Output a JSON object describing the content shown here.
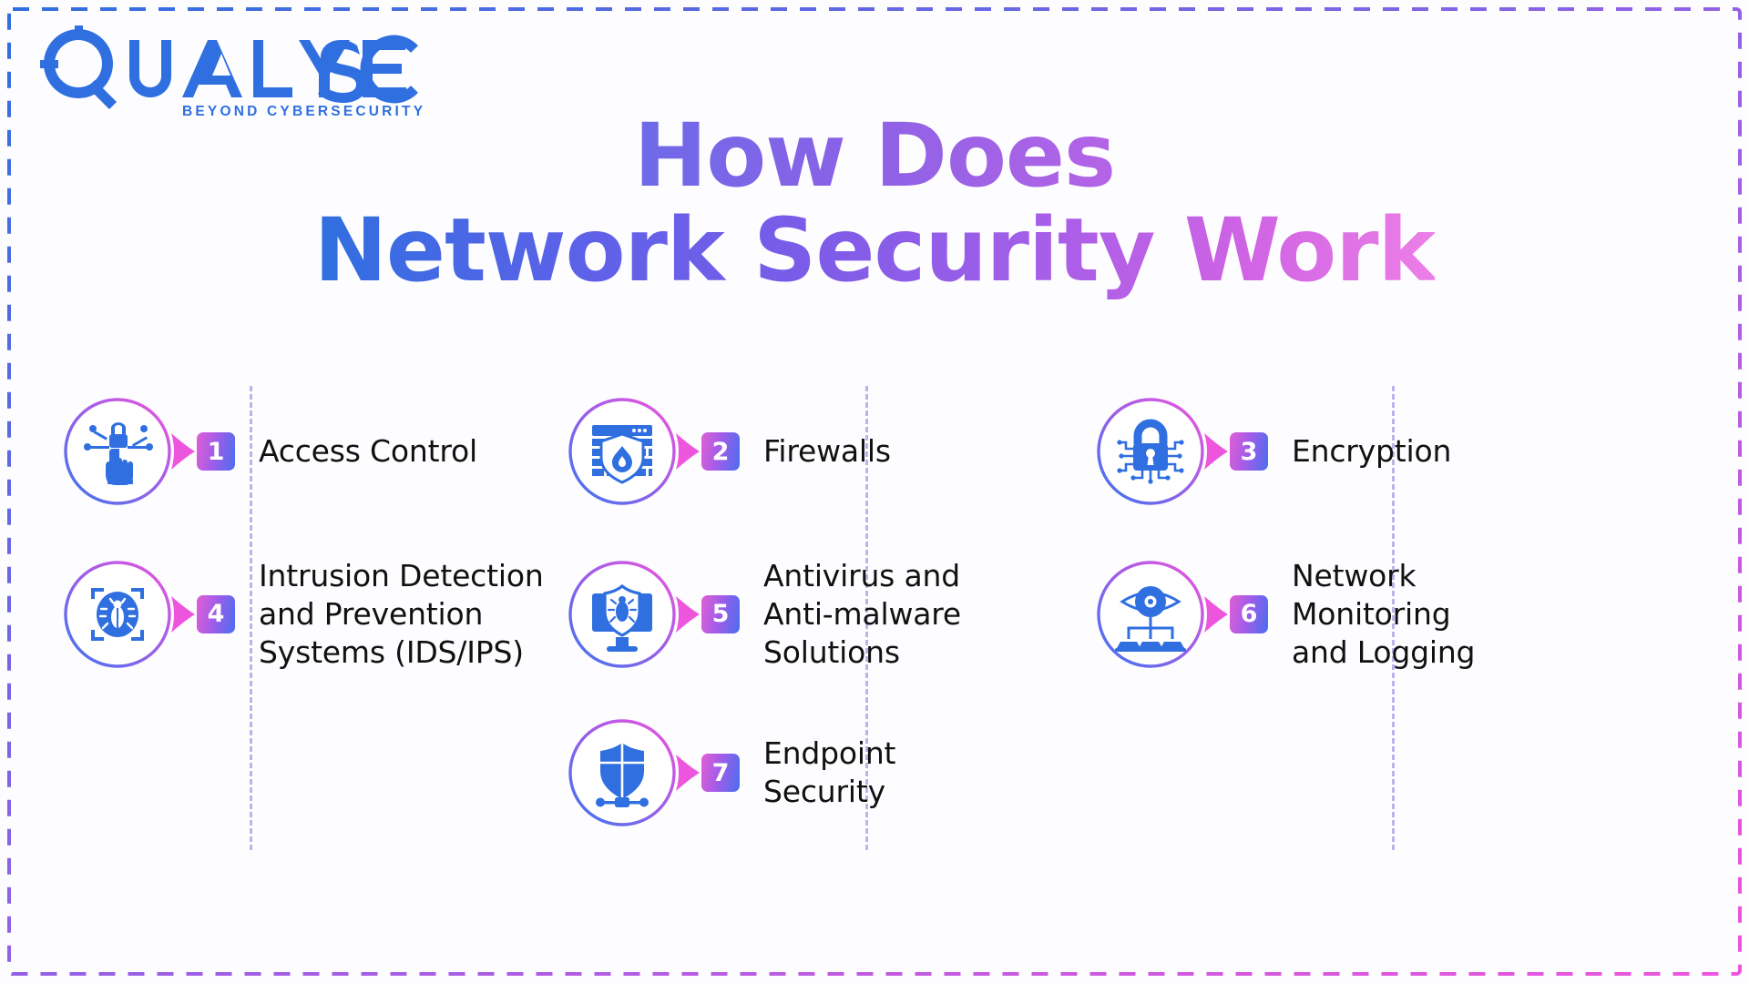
{
  "brand": {
    "name": "QUALYSEC",
    "tagline": "BEYOND CYBERSECURITY",
    "logo_color": "#2f6fe0"
  },
  "title": {
    "line1": "How Does",
    "line2": "Network Security Work"
  },
  "theme": {
    "accent_blue": "#2f6fe0",
    "accent_purple": "#8a62e6",
    "accent_pink": "#ec55d6",
    "text_color": "#111111",
    "dashed_line_color": "#b9b5e8",
    "background": "#fdfdff"
  },
  "items": [
    {
      "number": "1",
      "label": "Access Control",
      "icon": "access-control-icon"
    },
    {
      "number": "2",
      "label": "Firewalls",
      "icon": "firewall-icon"
    },
    {
      "number": "3",
      "label": "Encryption",
      "icon": "encryption-lock-icon"
    },
    {
      "number": "4",
      "label": "Intrusion Detection\nand Prevention\nSystems (IDS/IPS)",
      "icon": "intrusion-detection-icon"
    },
    {
      "number": "5",
      "label": "Antivirus and\nAnti-malware\nSolutions",
      "icon": "antivirus-icon"
    },
    {
      "number": "6",
      "label": "Network\nMonitoring\nand Logging",
      "icon": "network-monitoring-icon"
    },
    {
      "number": "7",
      "label": "Endpoint\nSecurity",
      "icon": "endpoint-security-icon"
    }
  ]
}
